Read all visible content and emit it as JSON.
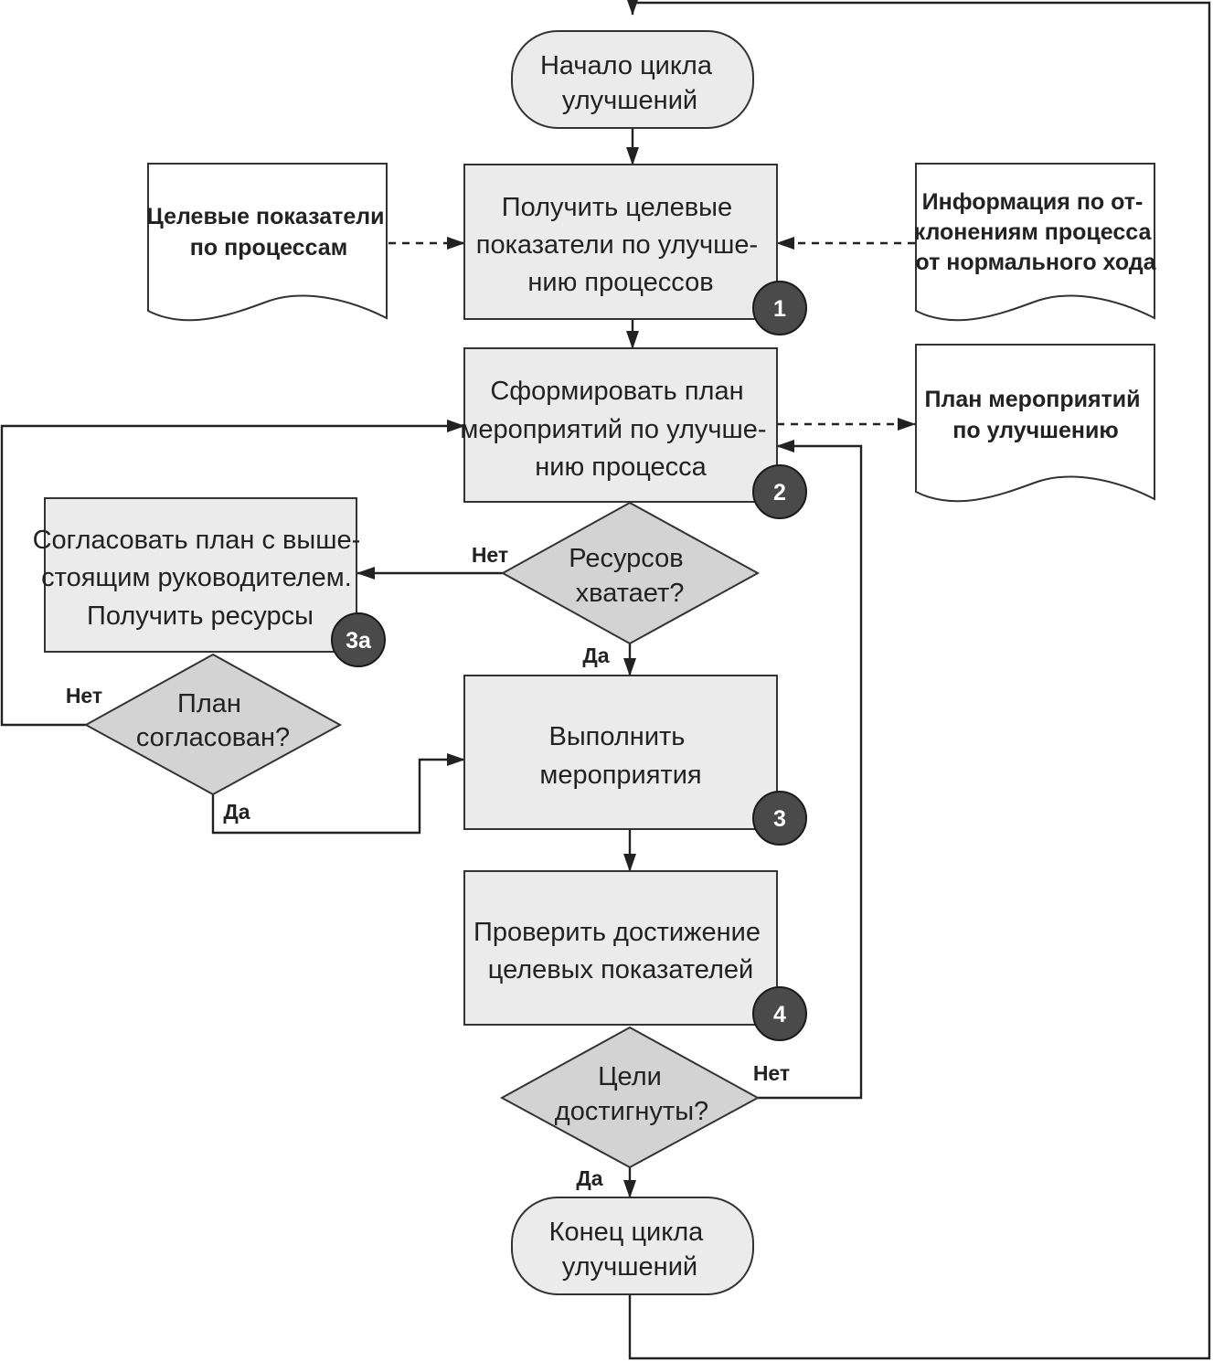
{
  "nodes": {
    "start": {
      "lines": [
        "Начало цикла",
        "улучшений"
      ]
    },
    "step1": {
      "lines": [
        "Получить целевые",
        "показатели по улучше-",
        "нию процессов"
      ],
      "badge": "1"
    },
    "step2": {
      "lines": [
        "Сформировать план",
        "мероприятий по улучше-",
        "нию процесса"
      ],
      "badge": "2"
    },
    "step3a": {
      "lines": [
        "Согласовать план с выше-",
        "стоящим руководителем.",
        "Получить ресурсы"
      ],
      "badge": "3а"
    },
    "step3": {
      "lines": [
        "Выполнить",
        "мероприятия"
      ],
      "badge": "3"
    },
    "step4": {
      "lines": [
        "Проверить достижение",
        "целевых показателей"
      ],
      "badge": "4"
    },
    "end": {
      "lines": [
        "Конец цикла",
        "улучшений"
      ]
    }
  },
  "decisions": {
    "resources": {
      "lines": [
        "Ресурсов",
        "хватает?"
      ],
      "no": "Нет",
      "yes": "Да"
    },
    "agreed": {
      "lines": [
        "План",
        "согласован?"
      ],
      "no": "Нет",
      "yes": "Да"
    },
    "goals": {
      "lines": [
        "Цели",
        "достигнуты?"
      ],
      "no": "Нет",
      "yes": "Да"
    }
  },
  "documents": {
    "targets": {
      "lines": [
        "Целевые показатели",
        "по процессам"
      ]
    },
    "deviations": {
      "lines": [
        "Информация по от-",
        "клонениям процесса",
        "от нормального хода"
      ]
    },
    "plan": {
      "lines": [
        "План мероприятий",
        "по улучшению"
      ]
    }
  }
}
